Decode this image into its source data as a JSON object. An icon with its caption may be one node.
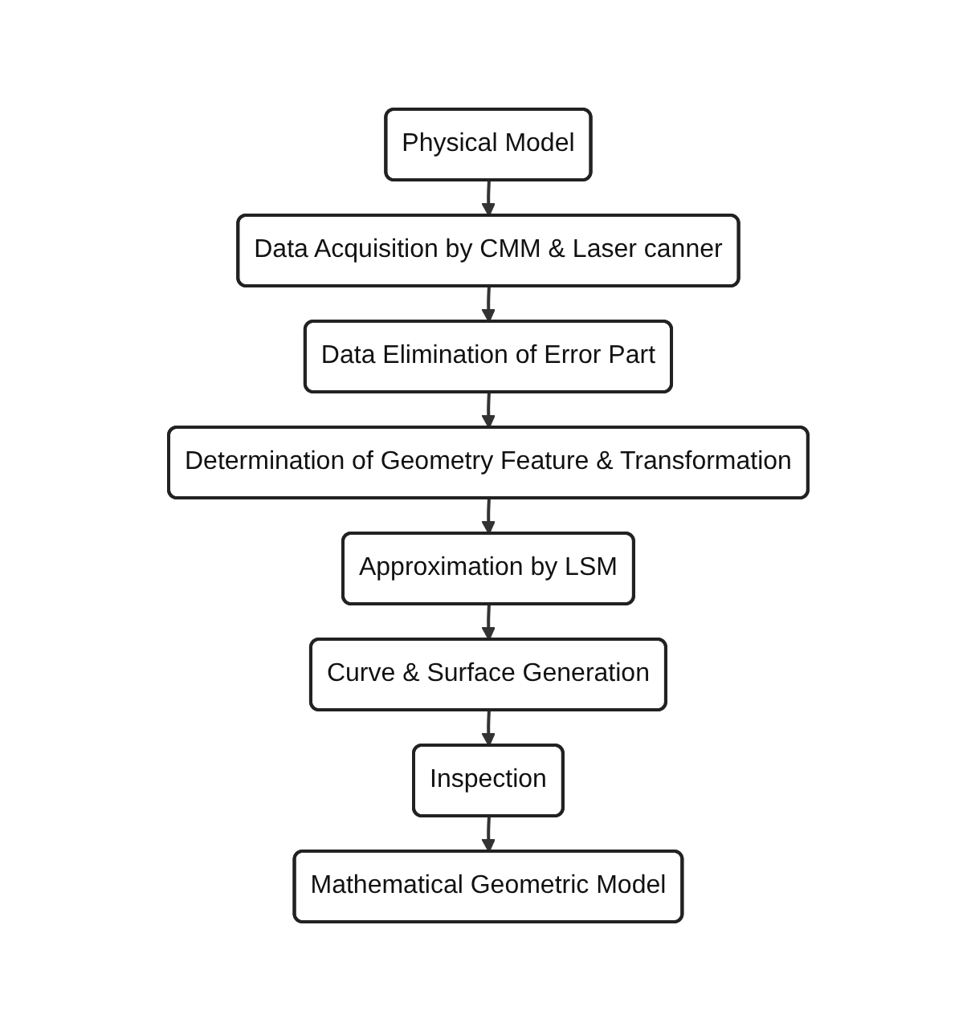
{
  "diagram": {
    "nodes": [
      {
        "text": [
          "Physical Model"
        ]
      },
      {
        "text": [
          "Data Acquisition by CMM & Laser canner"
        ]
      },
      {
        "text": [
          "Data Elimination of Error Part"
        ]
      },
      {
        "text": [
          "Determination of Geometry Feature & Transformation"
        ]
      },
      {
        "text": [
          "Approximation by LSM"
        ]
      },
      {
        "text": [
          "Curve & Surface Generation"
        ]
      },
      {
        "text": [
          "Inspection"
        ]
      },
      {
        "text": [
          "Mathematical Geometric Model"
        ]
      }
    ],
    "edges": [
      {
        "from": 0,
        "to": 1,
        "arrow": "to"
      },
      {
        "from": 1,
        "to": 2,
        "arrow": "to"
      },
      {
        "from": 2,
        "to": 3,
        "arrow": "to"
      },
      {
        "from": 3,
        "to": 4,
        "arrow": "to"
      },
      {
        "from": 4,
        "to": 5,
        "arrow": "to"
      },
      {
        "from": 5,
        "to": 6,
        "arrow": "to"
      },
      {
        "from": 6,
        "to": 7,
        "arrow": "to"
      }
    ]
  }
}
